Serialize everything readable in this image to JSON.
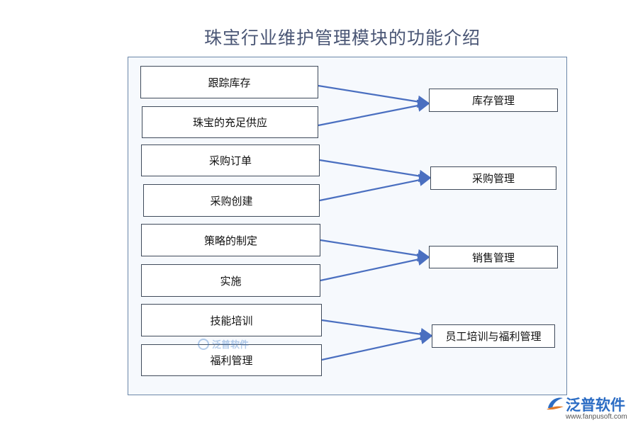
{
  "title": "珠宝行业维护管理模块的功能介绍",
  "inputs": [
    {
      "label": "跟踪库存"
    },
    {
      "label": "珠宝的充足供应"
    },
    {
      "label": "采购订单"
    },
    {
      "label": "采购创建"
    },
    {
      "label": "策略的制定"
    },
    {
      "label": "实施"
    },
    {
      "label": "技能培训"
    },
    {
      "label": "福利管理"
    }
  ],
  "outputs": [
    {
      "label": "库存管理"
    },
    {
      "label": "采购管理"
    },
    {
      "label": "销售管理"
    },
    {
      "label": "员工培训与福利管理"
    }
  ],
  "edges": [
    {
      "from": "跟踪库存",
      "to": "库存管理"
    },
    {
      "from": "珠宝的充足供应",
      "to": "库存管理"
    },
    {
      "from": "采购订单",
      "to": "采购管理"
    },
    {
      "from": "采购创建",
      "to": "采购管理"
    },
    {
      "from": "策略的制定",
      "to": "销售管理"
    },
    {
      "from": "实施",
      "to": "销售管理"
    },
    {
      "from": "技能培训",
      "to": "员工培训与福利管理"
    },
    {
      "from": "福利管理",
      "to": "员工培训与福利管理"
    }
  ],
  "watermark": {
    "text": "泛普软件"
  },
  "brand": {
    "name": "泛普软件",
    "url": "www.fanpusoft.com"
  },
  "colors": {
    "arrow": "#4a6fc0",
    "border": "#3f4a5a",
    "title": "#4a5675",
    "brand": "#2b6cc4"
  }
}
